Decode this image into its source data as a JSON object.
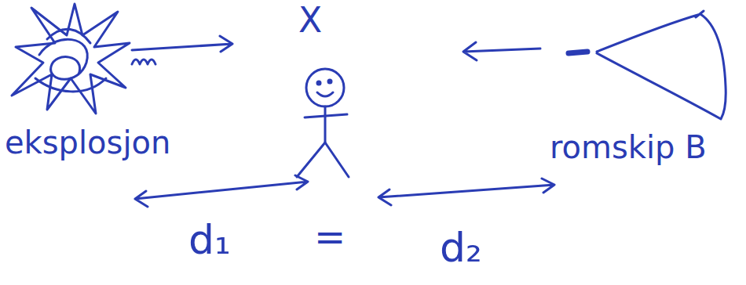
{
  "diagram": {
    "labels": [
      "X",
      "eksplosjon",
      "romskip B",
      "d₁",
      "=",
      "d₂"
    ]
  }
}
